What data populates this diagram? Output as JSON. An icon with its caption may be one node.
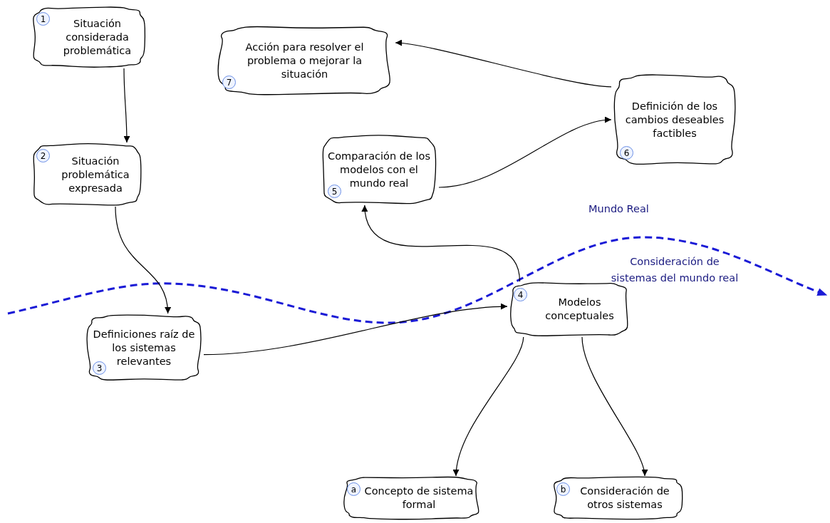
{
  "diagram": {
    "nodes": [
      {
        "text": [
          "1",
          "Situación considerada problemática"
        ]
      },
      {
        "text": [
          "2",
          "Situación problemática expresada"
        ]
      },
      {
        "text": [
          "Definiciones raíz de los sistemas relevantes",
          "3"
        ]
      },
      {
        "text": [
          "4",
          "Modelos conceptuales"
        ]
      },
      {
        "text": [
          "a",
          "Concepto de sistema formal"
        ]
      },
      {
        "text": [
          "b",
          "Consideración de otros sistemas"
        ]
      },
      {
        "text": [
          "Comparación de los modelos con el mundo real",
          "5"
        ]
      },
      {
        "text": [
          "Definición de los cambios deseables factibles",
          "6"
        ]
      },
      {
        "text": [
          "Acción para resolver el problema o mejorar la situación",
          "7"
        ]
      }
    ],
    "edges": [
      {
        "from": 0,
        "to": 1,
        "arrow": "to"
      },
      {
        "from": 1,
        "to": 2,
        "arrow": "to"
      },
      {
        "from": 2,
        "to": 3,
        "arrow": "to"
      },
      {
        "from": 3,
        "to": 4,
        "arrow": "to"
      },
      {
        "from": 3,
        "to": 5,
        "arrow": "to"
      },
      {
        "from": 3,
        "to": 6,
        "arrow": "to"
      },
      {
        "from": 6,
        "to": 7,
        "arrow": "to"
      },
      {
        "from": 7,
        "to": 8,
        "arrow": "to"
      }
    ],
    "labels": [
      "Mundo Real",
      "Consideración de sistemas del mundo real"
    ]
  }
}
